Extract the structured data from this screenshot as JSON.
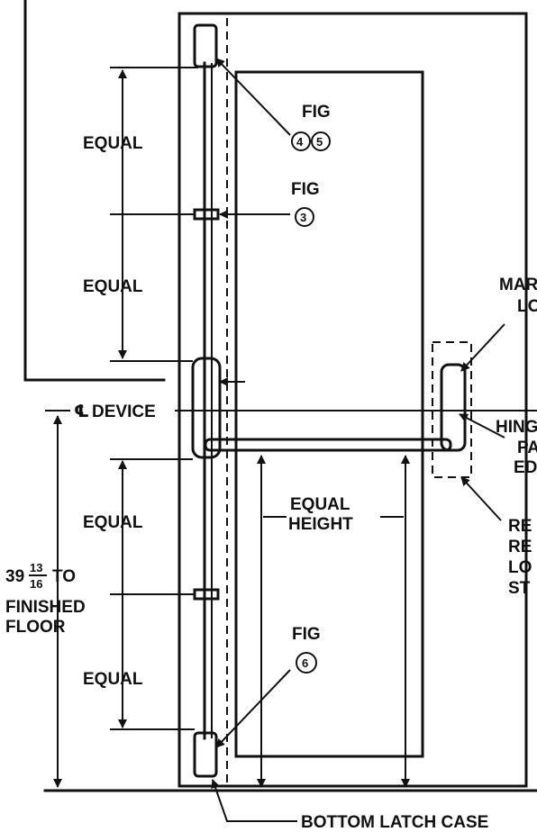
{
  "labels": {
    "equal": "EQUAL",
    "fig": "FIG",
    "fig_3": "3",
    "fig_4": "4",
    "fig_5": "5",
    "fig_6": "6",
    "cl_symbol": "℄",
    "device": "DEVICE",
    "height_whole": "39",
    "height_num": "13",
    "height_den": "16",
    "height_to": "TO",
    "finished": "FINISHED",
    "floor": "FLOOR",
    "equal_height_1": "EQUAL",
    "equal_height_2": "HEIGHT",
    "bottom_latch_case": "BOTTOM LATCH CASE",
    "right_mar": "MAR",
    "right_lo": "LO",
    "right_hing": "HING",
    "right_pa": "PA",
    "right_ed": "ED",
    "right_re1": "RE",
    "right_re2": "RE",
    "right_lo2": "LO",
    "right_st": "ST"
  }
}
